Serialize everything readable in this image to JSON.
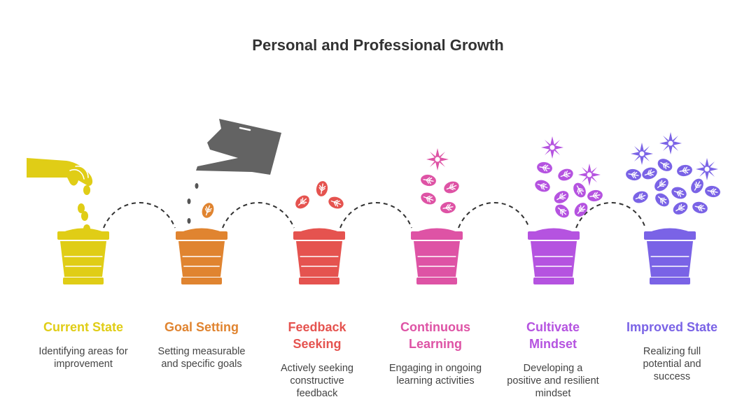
{
  "title": "Personal and Professional Growth",
  "stages": [
    {
      "name": "Current State",
      "description": "Identifying areas for\nimprovement",
      "color": "#e0cd16"
    },
    {
      "name": "Goal Setting",
      "description": "Setting measurable\nand specific goals",
      "color": "#e08430"
    },
    {
      "name": "Feedback\nSeeking",
      "description": "Actively seeking\nconstructive\nfeedback",
      "color": "#e5534f"
    },
    {
      "name": "Continuous\nLearning",
      "description": "Engaging in ongoing\nlearning activities",
      "color": "#de53a5"
    },
    {
      "name": "Cultivate\nMindset",
      "description": "Developing a\npositive and resilient\nmindset",
      "color": "#b553e0"
    },
    {
      "name": "Improved State",
      "description": "Realizing full\npotential and\nsuccess",
      "color": "#7a63e6"
    }
  ],
  "icons": [
    "hand-dropping-seeds-icon",
    "watering-can-icon",
    "leaf-icon",
    "flower-icon"
  ]
}
